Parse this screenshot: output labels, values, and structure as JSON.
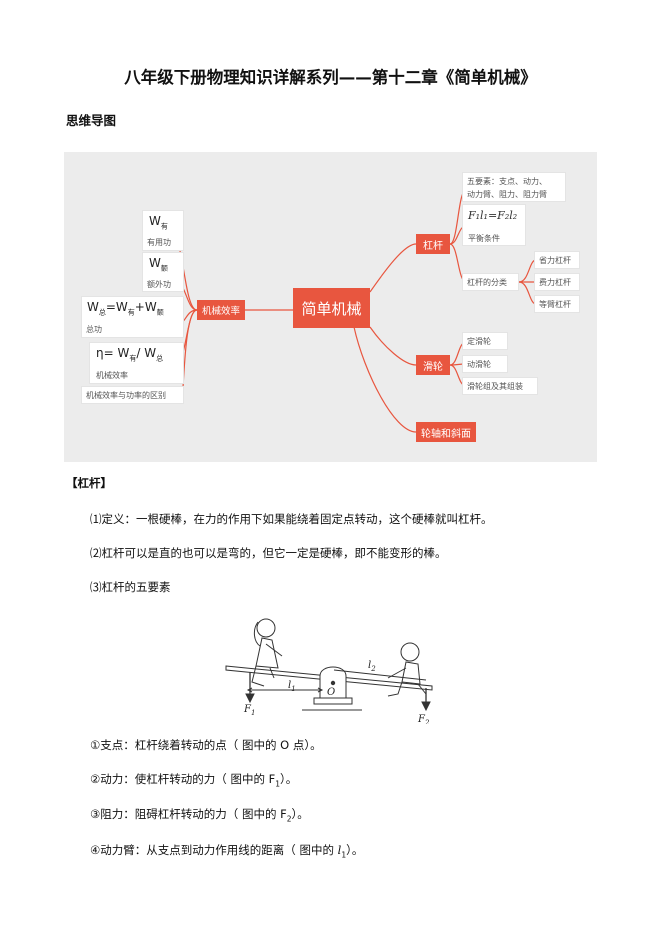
{
  "doc_title": "八年级下册物理知识详解系列——第十二章《简单机械》",
  "mindmap_heading": "思维导图",
  "mindmap": {
    "center": "简单机械",
    "left_branch": {
      "label": "机械效率",
      "items": [
        {
          "formula_main": "W",
          "formula_sub": "有",
          "label": "有用功"
        },
        {
          "formula_main": "W",
          "formula_sub": "额",
          "label": "额外功"
        },
        {
          "formula_parts": [
            "W",
            "总",
            "=W",
            "有",
            "+W",
            "额"
          ],
          "label": "总功"
        },
        {
          "formula_parts": [
            "η= W",
            "有",
            "/ W",
            "总"
          ],
          "label": "机械效率"
        },
        {
          "label": "机械效率与功率的区别"
        }
      ]
    },
    "right_branches": [
      {
        "label": "杠杆",
        "items": [
          {
            "label": "五要素：支点、动力、动力臂、阻力、阻力臂",
            "lines": [
              "五要素：支点、动力、",
              "动力臂、阻力、阻力臂"
            ]
          },
          {
            "formula": "F₁l₁=F₂l₂",
            "label": "平衡条件"
          },
          {
            "label": "杠杆的分类",
            "subitems": [
              "省力杠杆",
              "费力杠杆",
              "等臂杠杆"
            ]
          }
        ]
      },
      {
        "label": "滑轮",
        "items": [
          "定滑轮",
          "动滑轮",
          "滑轮组及其组装"
        ]
      },
      {
        "label": "轮轴和斜面",
        "items": []
      }
    ],
    "colors": {
      "accent": "#e8563f",
      "line": "#e8563f",
      "background": "#ececec"
    }
  },
  "lever_section": {
    "heading": "【杠杆】",
    "items": [
      "⑴定义：一根硬棒，在力的作用下如果能绕着固定点转动，这个硬棒就叫杠杆。",
      "⑵杠杆可以是直的也可以是弯的，但它一定是硬棒，即不能变形的棒。",
      "⑶杠杆的五要素"
    ],
    "figure_labels": {
      "f1": "F",
      "f1_sub": "1",
      "f2": "F",
      "f2_sub": "2",
      "l1": "l",
      "l1_sub": "1",
      "l2": "l",
      "l2_sub": "2",
      "o": "O"
    },
    "elements": [
      {
        "prefix": "①支点：杠杆绕着转动的点（ 图中的 O 点）。"
      },
      {
        "prefix": "②动力：使杠杆转动的力（ 图中的 F",
        "sub": "1",
        "suffix": "）。"
      },
      {
        "prefix": "③阻力：阻碍杠杆转动的力（ 图中的 F",
        "sub": "2",
        "suffix": "）。"
      },
      {
        "prefix": "④动力臂：从支点到动力作用线的距离（ 图中的 ",
        "italic": "l",
        "sub": "1",
        "suffix": "）。"
      }
    ]
  }
}
